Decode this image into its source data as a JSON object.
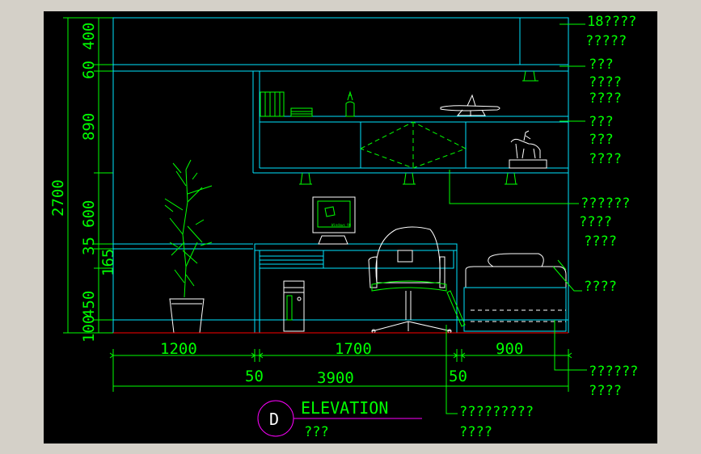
{
  "colors": {
    "background": "#000000",
    "frame": "#d4d0c8",
    "line_cyan": "#00e5ff",
    "line_green": "#00ff00",
    "line_red": "#ff0000",
    "text_green": "#00ff00",
    "marker_magenta": "#ff00ff",
    "white": "#ffffff"
  },
  "vertical_dims": {
    "total": "2700",
    "segments": [
      "400",
      "60",
      "890",
      "600",
      "35",
      "165",
      "450",
      "100"
    ]
  },
  "horizontal_dims": {
    "row1": [
      "1200",
      "1700",
      "900"
    ],
    "row2": [
      "50",
      "50"
    ],
    "total": "3900"
  },
  "callouts": [
    {
      "line1": "18????",
      "line2": "?????"
    },
    {
      "line1": "???",
      "line2": "????",
      "line3": "????"
    },
    {
      "line1": "???",
      "line2": "???",
      "line3": "????"
    },
    {
      "line1": "??????",
      "line2": "????",
      "line3": "????"
    },
    {
      "line1": "????"
    },
    {
      "line1": "??????",
      "line2": "????"
    },
    {
      "line1": "?????????",
      "line2": "????"
    }
  ],
  "title": {
    "marker": "D",
    "label": "ELEVATION",
    "sublabel": "???"
  },
  "monitor_text": "Windows 98"
}
